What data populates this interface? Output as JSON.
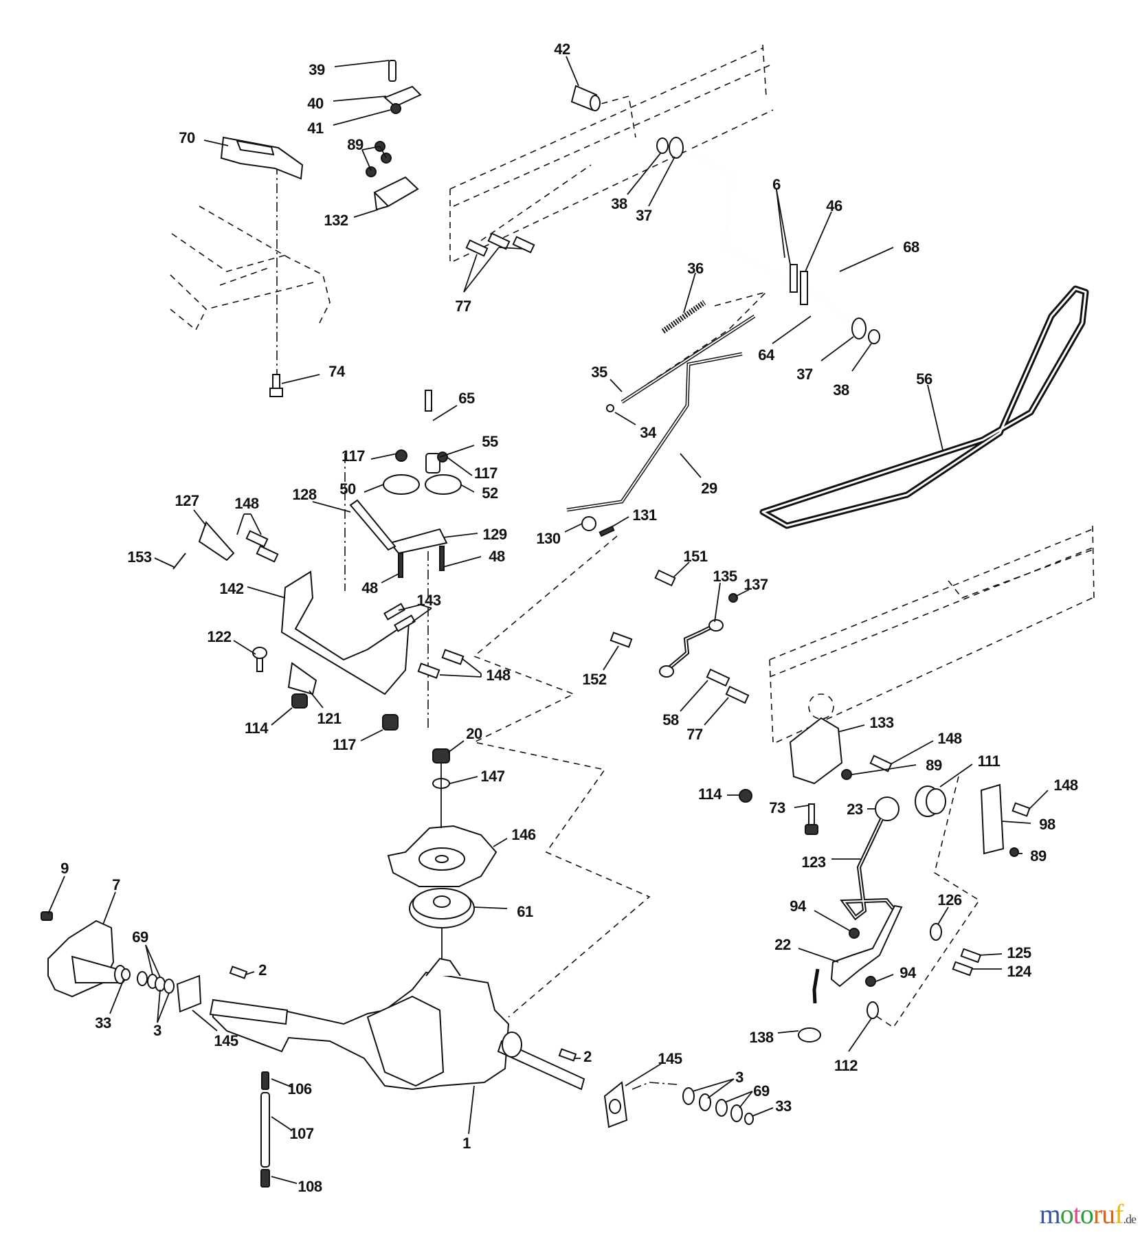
{
  "diagram": {
    "type": "exploded-parts-diagram",
    "subject": "riding mower transaxle / drive ground drive assembly",
    "callouts": [
      {
        "id": "c39",
        "label": "39"
      },
      {
        "id": "c40",
        "label": "40"
      },
      {
        "id": "c41",
        "label": "41"
      },
      {
        "id": "c42",
        "label": "42"
      },
      {
        "id": "c70",
        "label": "70"
      },
      {
        "id": "c89a",
        "label": "89"
      },
      {
        "id": "c132",
        "label": "132"
      },
      {
        "id": "c77a",
        "label": "77"
      },
      {
        "id": "c38a",
        "label": "38"
      },
      {
        "id": "c37a",
        "label": "37"
      },
      {
        "id": "c6",
        "label": "6"
      },
      {
        "id": "c46",
        "label": "46"
      },
      {
        "id": "c68",
        "label": "68"
      },
      {
        "id": "c36",
        "label": "36"
      },
      {
        "id": "c64",
        "label": "64"
      },
      {
        "id": "c37b",
        "label": "37"
      },
      {
        "id": "c38b",
        "label": "38"
      },
      {
        "id": "c56",
        "label": "56"
      },
      {
        "id": "c74",
        "label": "74"
      },
      {
        "id": "c35",
        "label": "35"
      },
      {
        "id": "c34",
        "label": "34"
      },
      {
        "id": "c29",
        "label": "29"
      },
      {
        "id": "c65",
        "label": "65"
      },
      {
        "id": "c55",
        "label": "55"
      },
      {
        "id": "c117a",
        "label": "117"
      },
      {
        "id": "c117b",
        "label": "117"
      },
      {
        "id": "c50",
        "label": "50"
      },
      {
        "id": "c52",
        "label": "52"
      },
      {
        "id": "c127",
        "label": "127"
      },
      {
        "id": "c148a",
        "label": "148"
      },
      {
        "id": "c128",
        "label": "128"
      },
      {
        "id": "c129",
        "label": "129"
      },
      {
        "id": "c48a",
        "label": "48"
      },
      {
        "id": "c48b",
        "label": "48"
      },
      {
        "id": "c153",
        "label": "153"
      },
      {
        "id": "c142",
        "label": "142"
      },
      {
        "id": "c130",
        "label": "130"
      },
      {
        "id": "c131",
        "label": "131"
      },
      {
        "id": "c151",
        "label": "151"
      },
      {
        "id": "c135",
        "label": "135"
      },
      {
        "id": "c137",
        "label": "137"
      },
      {
        "id": "c143",
        "label": "143"
      },
      {
        "id": "c122",
        "label": "122"
      },
      {
        "id": "c148b",
        "label": "148"
      },
      {
        "id": "c152",
        "label": "152"
      },
      {
        "id": "c114a",
        "label": "114"
      },
      {
        "id": "c121",
        "label": "121"
      },
      {
        "id": "c117c",
        "label": "117"
      },
      {
        "id": "c58",
        "label": "58"
      },
      {
        "id": "c77b",
        "label": "77"
      },
      {
        "id": "c133",
        "label": "133"
      },
      {
        "id": "c20",
        "label": "20"
      },
      {
        "id": "c147",
        "label": "147"
      },
      {
        "id": "c148c",
        "label": "148"
      },
      {
        "id": "c89b",
        "label": "89"
      },
      {
        "id": "c111",
        "label": "111"
      },
      {
        "id": "c114b",
        "label": "114"
      },
      {
        "id": "c73",
        "label": "73"
      },
      {
        "id": "c23",
        "label": "23"
      },
      {
        "id": "c148d",
        "label": "148"
      },
      {
        "id": "c98",
        "label": "98"
      },
      {
        "id": "c89c",
        "label": "89"
      },
      {
        "id": "c146",
        "label": "146"
      },
      {
        "id": "c123",
        "label": "123"
      },
      {
        "id": "c9",
        "label": "9"
      },
      {
        "id": "c7",
        "label": "7"
      },
      {
        "id": "c61",
        "label": "61"
      },
      {
        "id": "c94a",
        "label": "94"
      },
      {
        "id": "c126",
        "label": "126"
      },
      {
        "id": "c69a",
        "label": "69"
      },
      {
        "id": "c22",
        "label": "22"
      },
      {
        "id": "c125",
        "label": "125"
      },
      {
        "id": "c124",
        "label": "124"
      },
      {
        "id": "c94b",
        "label": "94"
      },
      {
        "id": "c2a",
        "label": "2"
      },
      {
        "id": "c33a",
        "label": "33"
      },
      {
        "id": "c3a",
        "label": "3"
      },
      {
        "id": "c145a",
        "label": "145"
      },
      {
        "id": "c138",
        "label": "138"
      },
      {
        "id": "c112",
        "label": "112"
      },
      {
        "id": "c2b",
        "label": "2"
      },
      {
        "id": "c145b",
        "label": "145"
      },
      {
        "id": "c3b",
        "label": "3"
      },
      {
        "id": "c69b",
        "label": "69"
      },
      {
        "id": "c33b",
        "label": "33"
      },
      {
        "id": "c106",
        "label": "106"
      },
      {
        "id": "c107",
        "label": "107"
      },
      {
        "id": "c1",
        "label": "1"
      },
      {
        "id": "c108",
        "label": "108"
      }
    ]
  },
  "watermark": {
    "letters": [
      {
        "char": "m",
        "color": "#3a55a5"
      },
      {
        "char": "o",
        "color": "#3a9a3a"
      },
      {
        "char": "t",
        "color": "#d84a8c"
      },
      {
        "char": "o",
        "color": "#2d9a3a"
      },
      {
        "char": "r",
        "color": "#e06a1a"
      },
      {
        "char": "u",
        "color": "#d8621e"
      },
      {
        "char": "f",
        "color": "#e8b418"
      }
    ],
    "suffix": ".de"
  }
}
